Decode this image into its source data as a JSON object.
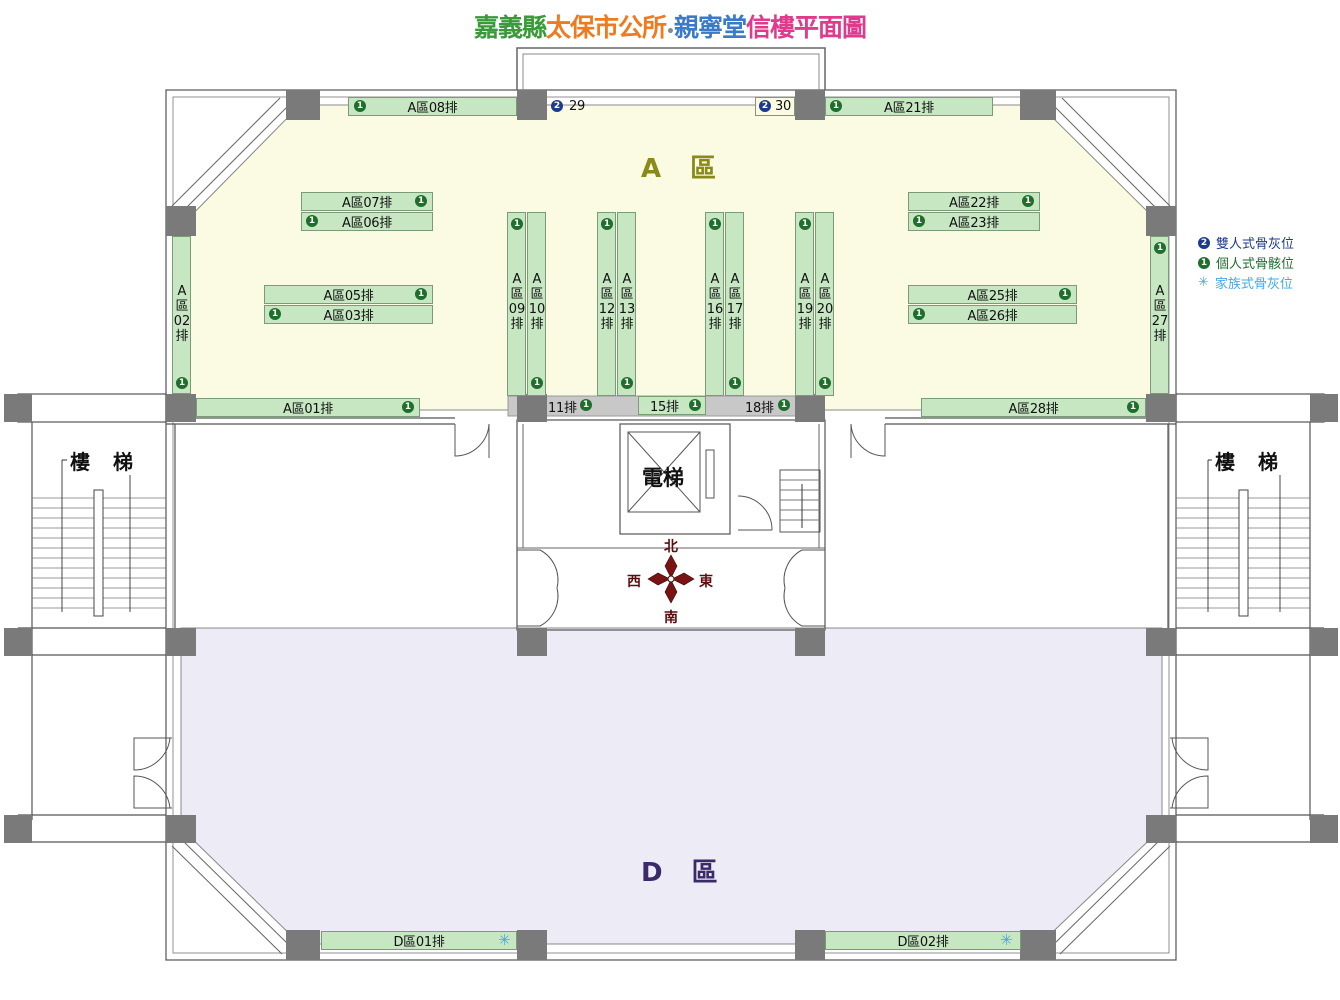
{
  "title": {
    "part1": "嘉義縣",
    "part2": "太保市公所",
    "sep": "•",
    "part3": "親寧堂",
    "part4": "信樓平面圖"
  },
  "zones": {
    "a": "A 區",
    "d": "D 區"
  },
  "stairs": {
    "left": "樓 梯",
    "right": "樓 梯"
  },
  "elevator": "電梯",
  "compass": {
    "north": "北",
    "south": "南",
    "east": "東",
    "west": "西"
  },
  "rows": {
    "a08": "A區08排",
    "a21": "A區21排",
    "a07": "A區07排",
    "a06": "A區06排",
    "a05": "A區05排",
    "a03": "A區03排",
    "a01": "A區01排",
    "a22": "A區22排",
    "a23": "A區23排",
    "a25": "A區25排",
    "a26": "A區26排",
    "a28": "A區28排",
    "r11": "11排",
    "r15": "15排",
    "r18": "18排",
    "d01": "D區01排",
    "d02": "D區02排",
    "n29": "29",
    "n30": "30"
  },
  "vrows": {
    "a02": "A\n區\n02\n排",
    "a09": "A\n區\n09\n排",
    "a10": "A\n區\n10\n排",
    "a12": "A\n區\n12\n排",
    "a13": "A\n區\n13\n排",
    "a16": "A\n區\n16\n排",
    "a17": "A\n區\n17\n排",
    "a19": "A\n區\n19\n排",
    "a20": "A\n區\n20\n排",
    "a27": "A\n區\n27\n排"
  },
  "badge": {
    "one": "1",
    "two": "2",
    "star": "✳"
  },
  "legend": {
    "double": "雙人式骨灰位",
    "single": "個人式骨骸位",
    "family": "家族式骨灰位"
  },
  "colors": {
    "zoneA": "#fbfbe4",
    "zoneD": "#ecebf6",
    "row": "#c6e7c2",
    "pillar": "#7a7a7a",
    "single": "#1e6e2c",
    "double": "#1d3b8a",
    "family": "#44a8e4",
    "zoneAText": "#8a8a1a",
    "zoneDText": "#3a2a6a"
  }
}
